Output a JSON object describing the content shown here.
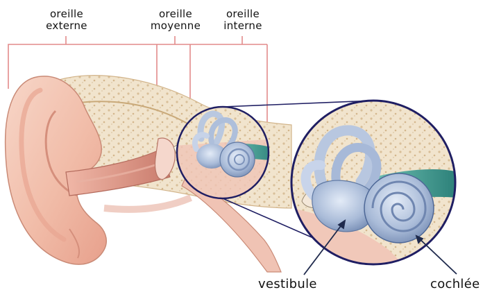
{
  "labels": {
    "outer_ear": [
      "oreille",
      "externe"
    ],
    "middle_ear": [
      "oreille",
      "moyenne"
    ],
    "inner_ear": [
      "oreille",
      "interne"
    ],
    "vestibule": "vestibule",
    "cochlea": "cochlée"
  },
  "colors": {
    "bracket_line": "#e28a8a",
    "magnifier_ring": "#1f1e63",
    "skin": "#f3c3b1",
    "skin_dark": "#d98f7d",
    "bone": "#eee0c8",
    "labyrinth": "#a8b9d6",
    "cochlear_nerve": "#3f9e93",
    "pointer": "#1f2a4d",
    "text": "#111111"
  }
}
